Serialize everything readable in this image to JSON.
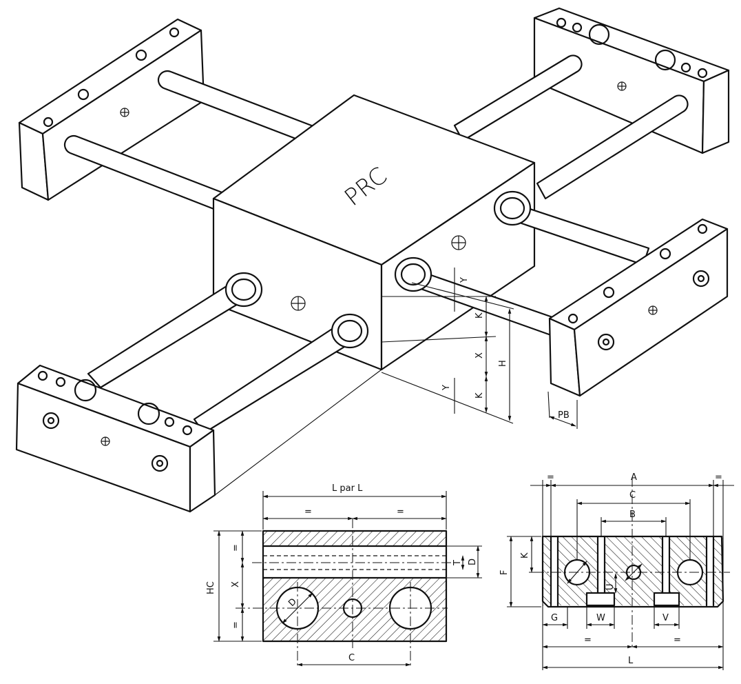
{
  "iso_view": {
    "carriage_label": "PRC",
    "dims": {
      "y_top": "Y",
      "k_top": "K",
      "x": "X",
      "k_bottom": "K",
      "y_bottom": "Y",
      "h": "H",
      "pb": "PB"
    }
  },
  "side_section": {
    "dims": {
      "width": "L par L",
      "half_left": "=",
      "half_right": "=",
      "top_eq": "=",
      "bottom_eq": "=",
      "hc": "HC",
      "x": "X",
      "t": "T",
      "d": "D",
      "c": "C",
      "bore": "D"
    }
  },
  "end_section": {
    "dims": {
      "a": "A",
      "eq_left": "=",
      "eq_right": "=",
      "c": "C",
      "b": "B",
      "k": "K",
      "f": "F",
      "g": "G",
      "w": "W",
      "v": "V",
      "u": "U",
      "half_left": "=",
      "half_right": "=",
      "l": "L"
    }
  },
  "colors": {
    "line": "#111111",
    "background": "#ffffff"
  }
}
